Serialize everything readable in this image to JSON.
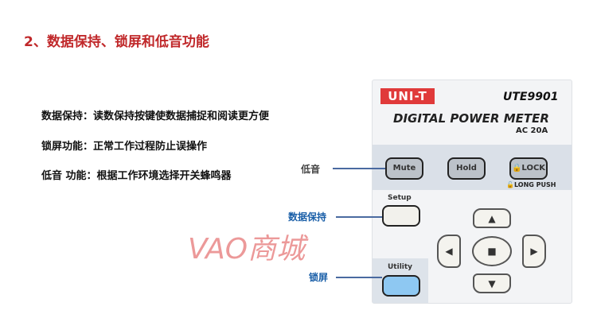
{
  "title": "2、数据保持、锁屏和低音功能",
  "descriptions": [
    "数据保持：读数保持按键使数据捕捉和阅读更方便",
    "锁屏功能：正常工作过程防止误操作",
    "低音 功能：根据工作环境选择开关蜂鸣器"
  ],
  "watermark": "VAO商城",
  "device": {
    "brand": "UNI-T",
    "model": "UTE9901",
    "name": "DIGITAL POWER METER",
    "rating": "AC 20A",
    "buttons": {
      "mute": "Mute",
      "hold": "Hold",
      "lock": "LOCK",
      "long_push": "LONG PUSH",
      "setup": "Setup",
      "utility": "Utility"
    },
    "arrows": {
      "up": "▲",
      "down": "▼",
      "left": "◀",
      "right": "▶",
      "center": "■"
    }
  },
  "callouts": {
    "mute": "低音",
    "setup": "数据保持",
    "utility": "锁屏"
  }
}
